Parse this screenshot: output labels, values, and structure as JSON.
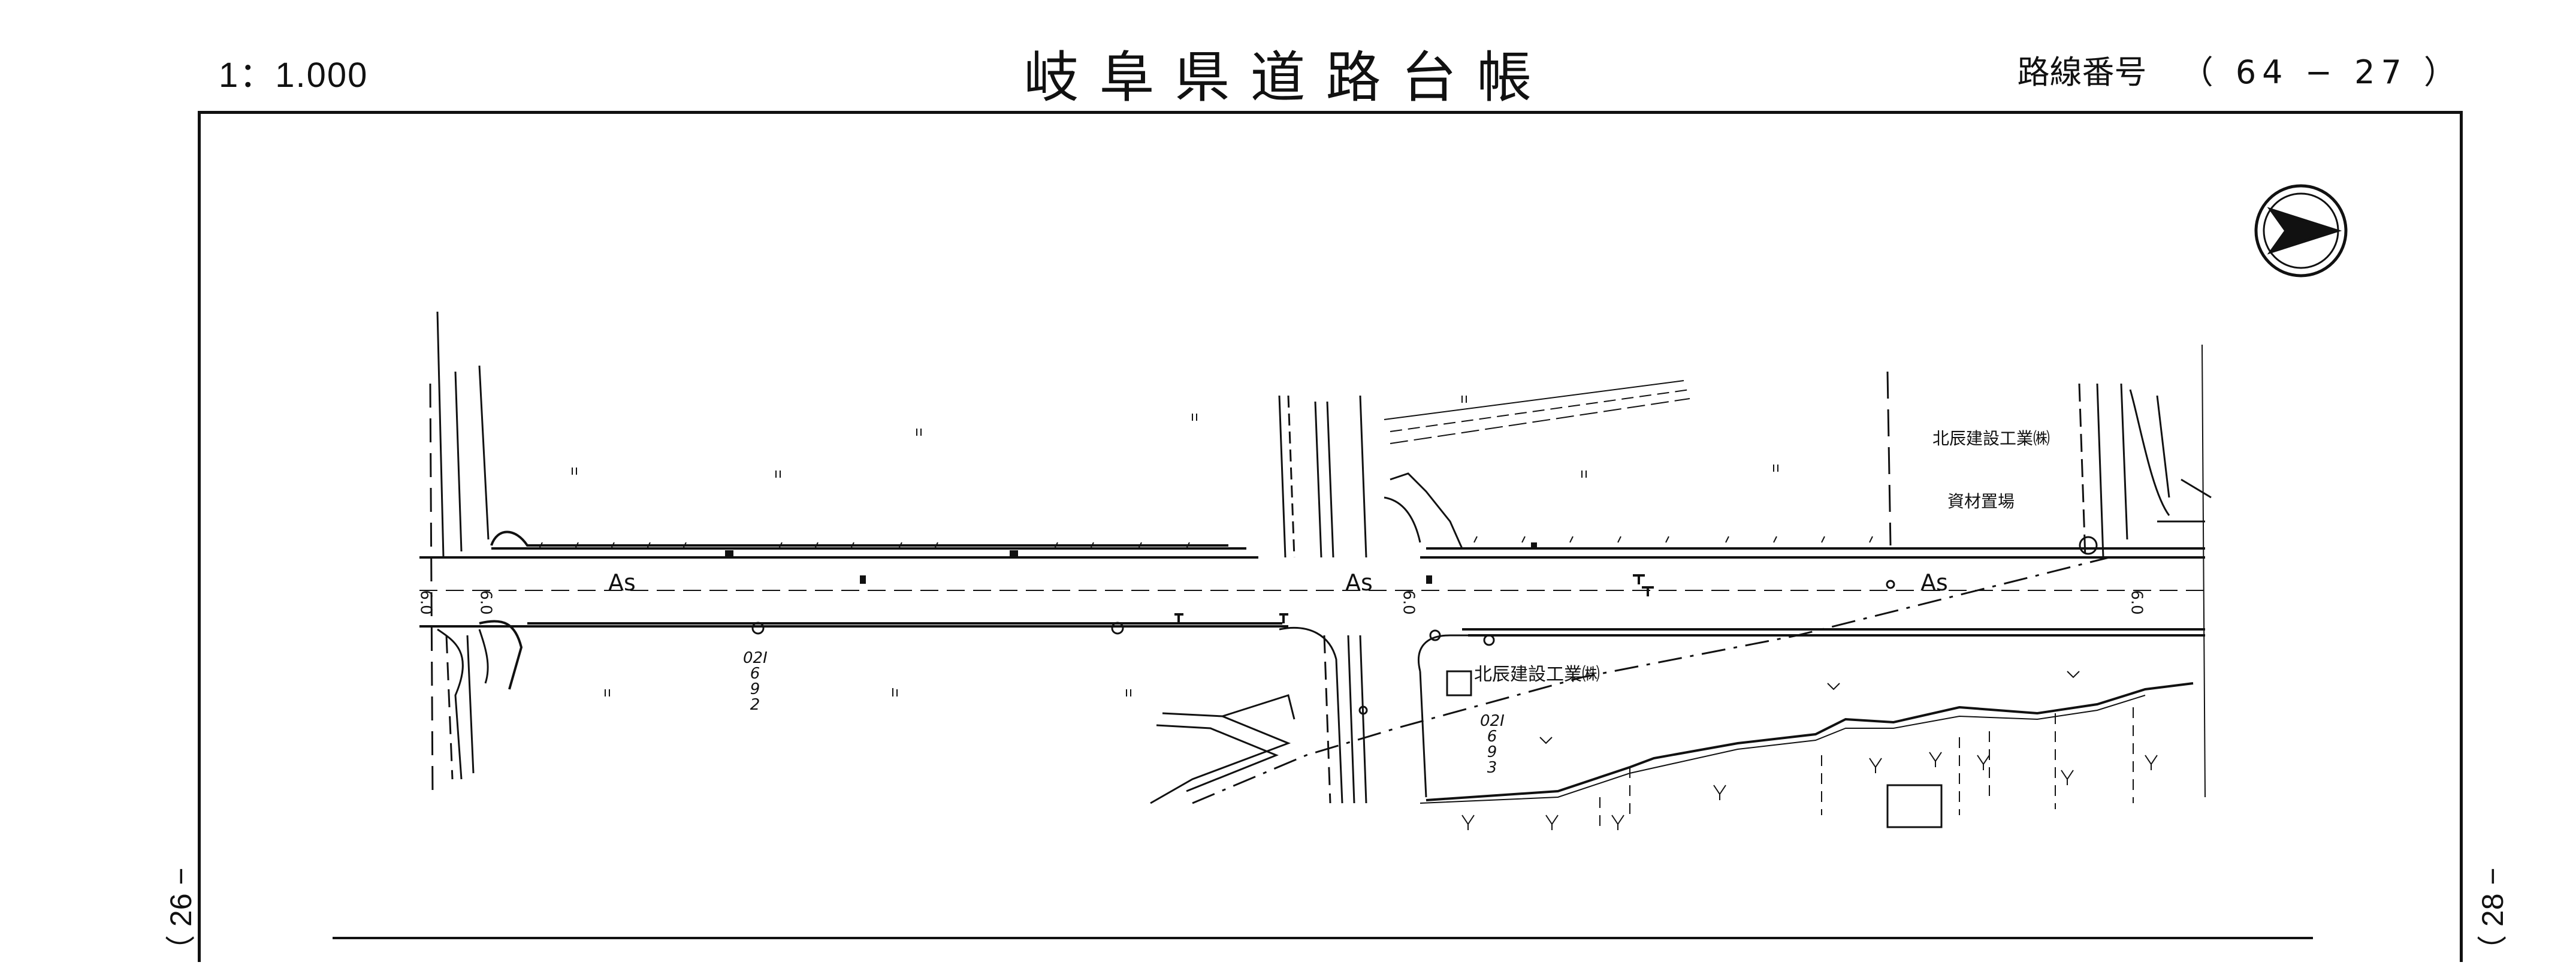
{
  "header": {
    "scale": "1：1.000",
    "title": "岐阜県道路台帳",
    "route_label": "路線番号",
    "route_number": "（ 64 − 27 ）"
  },
  "sheet_refs": {
    "left": "（ 26 −",
    "right": "（ 28 −"
  },
  "map": {
    "pavement_labels": [
      "As",
      "As",
      "As"
    ],
    "width_labels": [
      "6.0",
      "6.0",
      "6.0",
      "6.0"
    ],
    "company_name": "北辰建設工業㈱",
    "material_yard": "資材置場",
    "company_building": "北辰建設工業㈱",
    "code_marks": [
      "02I 6 9 2",
      "02I 6 9 3"
    ],
    "north_arrow": "north-arrow-icon"
  }
}
